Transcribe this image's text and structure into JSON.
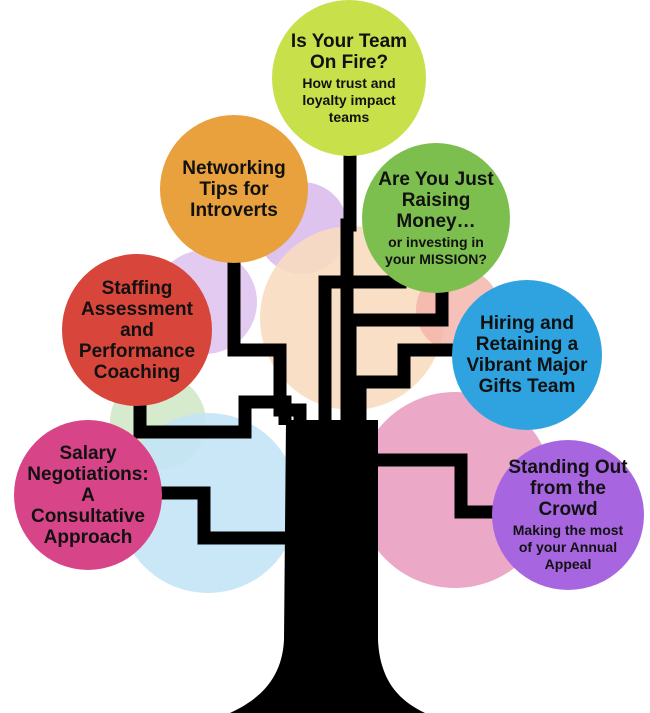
{
  "colors": {
    "trunk": "#000000",
    "bg_purple": "#d9b8ec",
    "bg_peach": "#f8dcc0",
    "bg_pink": "#eaa3c4",
    "bg_blue": "#c4e4f6",
    "bg_green": "#cfe8c4",
    "bg_red": "#f3b2a8"
  },
  "bubbles": [
    {
      "id": "team-on-fire",
      "title": "Is Your Team On Fire?",
      "subtitle": "How trust and loyalty impact teams",
      "color": "#c8e04a",
      "text_color": "#111111"
    },
    {
      "id": "networking",
      "title": "Networking Tips for Introverts",
      "subtitle": "",
      "color": "#e8a13c",
      "text_color": "#111111"
    },
    {
      "id": "raising-money",
      "title": "Are You Just Raising Money…",
      "subtitle": "or investing in your MISSION?",
      "color": "#7dbf4e",
      "text_color": "#111111"
    },
    {
      "id": "staffing",
      "title": "Staffing Assessment and Performance Coaching",
      "subtitle": "",
      "color": "#d8453a",
      "text_color": "#111111"
    },
    {
      "id": "hiring",
      "title": "Hiring and Retaining a Vibrant Major Gifts Team",
      "subtitle": "",
      "color": "#2ea3e0",
      "text_color": "#111111"
    },
    {
      "id": "salary",
      "title": "Salary Negotiations: A Consultative Approach",
      "subtitle": "",
      "color": "#d84488",
      "text_color": "#111111"
    },
    {
      "id": "standing-out",
      "title": "Standing Out from the Crowd",
      "subtitle": "Making the most of your Annual Appeal",
      "color": "#a766e0",
      "text_color": "#111111"
    }
  ]
}
